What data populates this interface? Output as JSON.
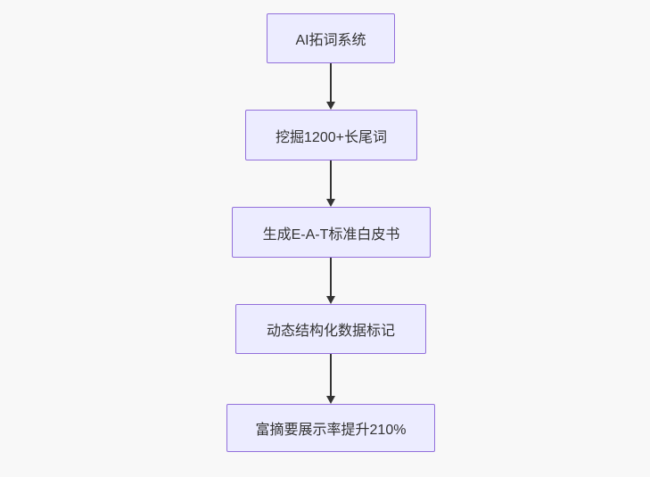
{
  "flowchart": {
    "title": "",
    "direction": "top-down",
    "nodes": [
      {
        "id": "step-1",
        "label": "AI拓词系统"
      },
      {
        "id": "step-2",
        "label": "挖掘1200+长尾词"
      },
      {
        "id": "step-3",
        "label": "生成E-A-T标准白皮书"
      },
      {
        "id": "step-4",
        "label": "动态结构化数据标记"
      },
      {
        "id": "step-5",
        "label": "富摘要展示率提升210%"
      }
    ],
    "edges": [
      {
        "from": "step-1",
        "to": "step-2",
        "style": "arrow"
      },
      {
        "from": "step-2",
        "to": "step-3",
        "style": "arrow"
      },
      {
        "from": "step-3",
        "to": "step-4",
        "style": "arrow"
      },
      {
        "from": "step-4",
        "to": "step-5",
        "style": "arrow"
      }
    ],
    "colors": {
      "node_fill": "#ECECFF",
      "node_border": "#9370DB",
      "arrow": "#333333",
      "text": "#333333",
      "background": "#F8F8F8"
    }
  }
}
